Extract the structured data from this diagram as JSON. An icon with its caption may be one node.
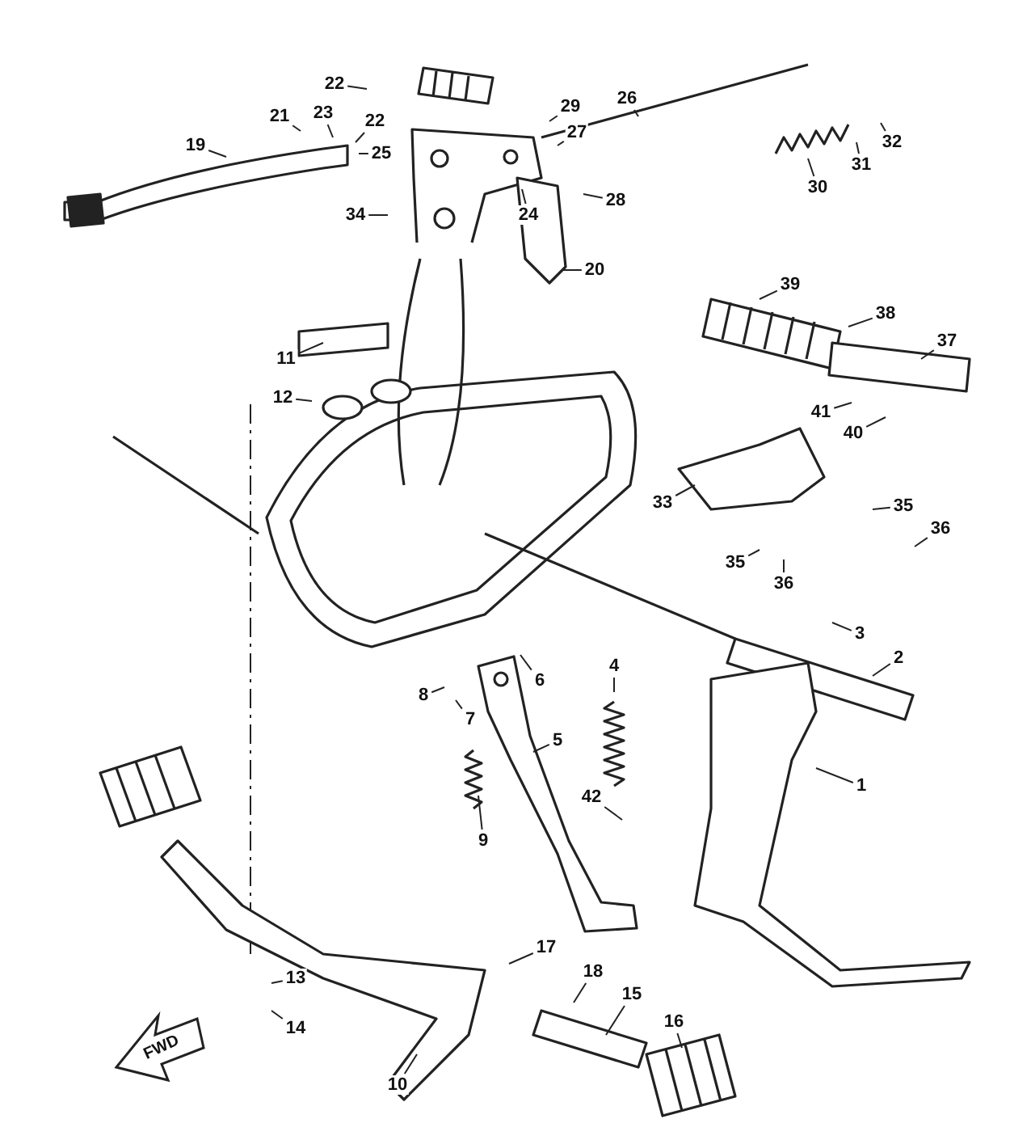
{
  "diagram": {
    "nodes": [
      {
        "text": [
          "21"
        ]
      },
      {
        "text": [
          "22"
        ]
      },
      {
        "text": [
          "23"
        ]
      },
      {
        "text": [
          "22"
        ]
      },
      {
        "text": [
          "19"
        ]
      },
      {
        "text": [
          "25"
        ]
      },
      {
        "text": [
          "29"
        ]
      },
      {
        "text": [
          "27"
        ]
      },
      {
        "text": [
          "26"
        ]
      },
      {
        "text": [
          "32"
        ]
      },
      {
        "text": [
          "31"
        ]
      },
      {
        "text": [
          "30"
        ]
      },
      {
        "text": [
          "24"
        ]
      },
      {
        "text": [
          "28"
        ]
      },
      {
        "text": [
          "34"
        ]
      },
      {
        "text": [
          "20"
        ]
      },
      {
        "text": [
          "39"
        ]
      },
      {
        "text": [
          "38"
        ]
      },
      {
        "text": [
          "37"
        ]
      },
      {
        "text": [
          "11"
        ]
      },
      {
        "text": [
          "41"
        ]
      },
      {
        "text": [
          "40"
        ]
      },
      {
        "text": [
          "12"
        ]
      },
      {
        "text": [
          "33"
        ]
      },
      {
        "text": [
          "35"
        ]
      },
      {
        "text": [
          "36"
        ]
      },
      {
        "text": [
          "35"
        ]
      },
      {
        "text": [
          "36"
        ]
      },
      {
        "text": [
          "3"
        ]
      },
      {
        "text": [
          "2"
        ]
      },
      {
        "text": [
          "6"
        ]
      },
      {
        "text": [
          "4"
        ]
      },
      {
        "text": [
          "8"
        ]
      },
      {
        "text": [
          "7"
        ]
      },
      {
        "text": [
          "5"
        ]
      },
      {
        "text": [
          "1"
        ]
      },
      {
        "text": [
          "9"
        ]
      },
      {
        "text": [
          "42"
        ]
      },
      {
        "text": [
          "17"
        ]
      },
      {
        "text": [
          "18"
        ]
      },
      {
        "text": [
          "13"
        ]
      },
      {
        "text": [
          "14"
        ]
      },
      {
        "text": [
          "15"
        ]
      },
      {
        "text": [
          "16"
        ]
      },
      {
        "text": [
          "10"
        ]
      }
    ],
    "edges": [
      {
        "from": 0,
        "to": null,
        "arrow": "none"
      },
      {
        "from": 1,
        "to": null,
        "arrow": "none"
      },
      {
        "from": 2,
        "to": null,
        "arrow": "none"
      },
      {
        "from": 3,
        "to": null,
        "arrow": "none"
      },
      {
        "from": 4,
        "to": null,
        "arrow": "none"
      },
      {
        "from": 5,
        "to": null,
        "arrow": "none"
      },
      {
        "from": 6,
        "to": null,
        "arrow": "none"
      },
      {
        "from": 7,
        "to": null,
        "arrow": "none"
      },
      {
        "from": 8,
        "to": null,
        "arrow": "none"
      },
      {
        "from": 9,
        "to": null,
        "arrow": "none"
      },
      {
        "from": 10,
        "to": null,
        "arrow": "none"
      },
      {
        "from": 11,
        "to": null,
        "arrow": "none"
      },
      {
        "from": 12,
        "to": null,
        "arrow": "none"
      },
      {
        "from": 13,
        "to": null,
        "arrow": "none"
      },
      {
        "from": 14,
        "to": null,
        "arrow": "none"
      },
      {
        "from": 15,
        "to": null,
        "arrow": "none"
      },
      {
        "from": 16,
        "to": null,
        "arrow": "none"
      },
      {
        "from": 17,
        "to": null,
        "arrow": "none"
      },
      {
        "from": 18,
        "to": null,
        "arrow": "none"
      },
      {
        "from": 19,
        "to": null,
        "arrow": "none"
      },
      {
        "from": 20,
        "to": null,
        "arrow": "none"
      },
      {
        "from": 21,
        "to": null,
        "arrow": "none"
      },
      {
        "from": 22,
        "to": null,
        "arrow": "none"
      },
      {
        "from": 23,
        "to": null,
        "arrow": "none"
      },
      {
        "from": 24,
        "to": null,
        "arrow": "none"
      },
      {
        "from": 25,
        "to": null,
        "arrow": "none"
      },
      {
        "from": 26,
        "to": null,
        "arrow": "none"
      },
      {
        "from": 27,
        "to": null,
        "arrow": "none"
      },
      {
        "from": 28,
        "to": null,
        "arrow": "none"
      },
      {
        "from": 29,
        "to": null,
        "arrow": "none"
      },
      {
        "from": 30,
        "to": null,
        "arrow": "none"
      },
      {
        "from": 31,
        "to": null,
        "arrow": "none"
      },
      {
        "from": 32,
        "to": null,
        "arrow": "none"
      },
      {
        "from": 33,
        "to": null,
        "arrow": "none"
      },
      {
        "from": 34,
        "to": null,
        "arrow": "none"
      },
      {
        "from": 35,
        "to": null,
        "arrow": "none"
      },
      {
        "from": 36,
        "to": null,
        "arrow": "none"
      },
      {
        "from": 37,
        "to": null,
        "arrow": "none"
      },
      {
        "from": 38,
        "to": null,
        "arrow": "none"
      },
      {
        "from": 39,
        "to": null,
        "arrow": "none"
      },
      {
        "from": 40,
        "to": null,
        "arrow": "none"
      },
      {
        "from": 41,
        "to": null,
        "arrow": "none"
      },
      {
        "from": 42,
        "to": null,
        "arrow": "none"
      },
      {
        "from": 43,
        "to": null,
        "arrow": "none"
      },
      {
        "from": 44,
        "to": null,
        "arrow": "none"
      }
    ],
    "labels": [
      "FWD"
    ]
  }
}
